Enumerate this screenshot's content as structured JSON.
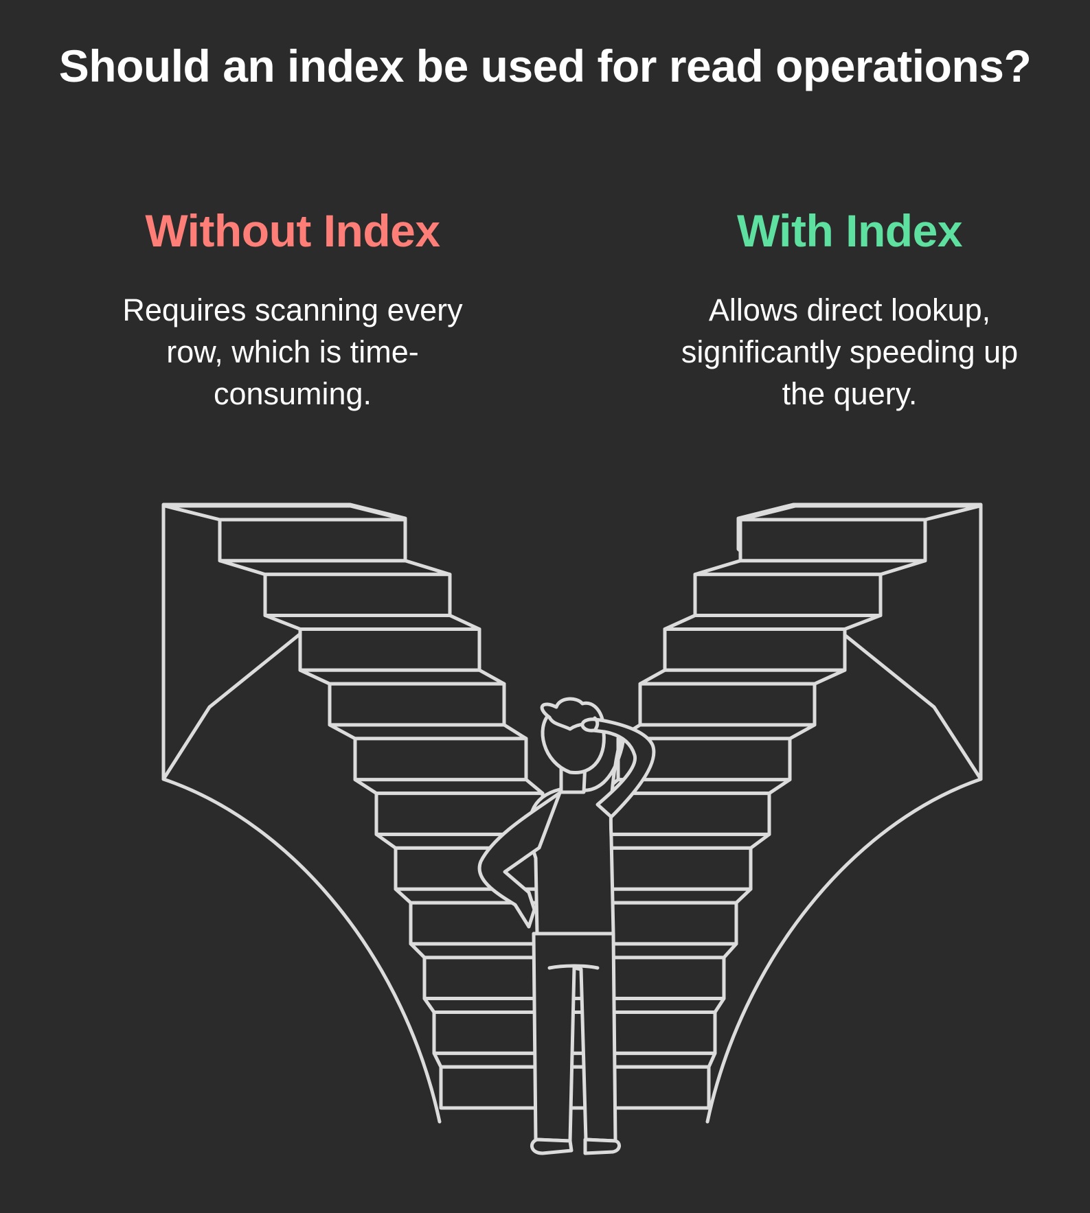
{
  "title": "Should an index be used for read operations?",
  "options": [
    {
      "heading": "Without Index",
      "description": "Requires scanning every row, which is time-consuming.",
      "color": "#ff7f78"
    },
    {
      "heading": "With Index",
      "description": "Allows direct lookup, significantly speeding up the query.",
      "color": "#5ee0a0"
    }
  ],
  "colors": {
    "background": "#2b2b2b",
    "line": "#dcdcdc",
    "text": "#ffffff"
  },
  "illustration": {
    "icon": "person-choosing-between-staircases-icon",
    "step_count": 11
  }
}
